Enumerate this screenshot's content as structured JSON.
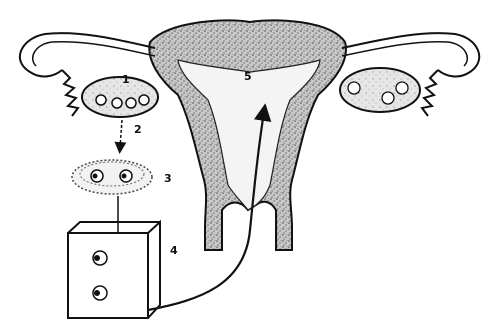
{
  "labels": {
    "step1": "1",
    "step2": "2",
    "step3": "3",
    "step4": "4",
    "step5": "5"
  },
  "colors": {
    "ink": "#111111",
    "tissue": "#bdbdbd",
    "paper": "#ffffff"
  }
}
